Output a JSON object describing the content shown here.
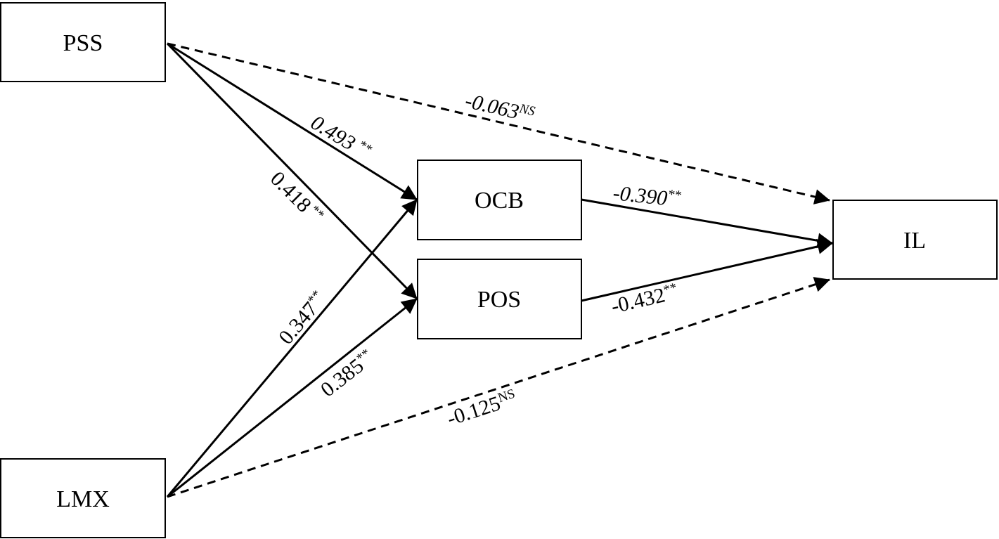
{
  "nodes": {
    "pss": {
      "label": "PSS"
    },
    "lmx": {
      "label": "LMX"
    },
    "ocb": {
      "label": "OCB"
    },
    "pos": {
      "label": "POS"
    },
    "il": {
      "label": "IL"
    }
  },
  "paths": {
    "pss_ocb": {
      "from": "PSS",
      "to": "OCB",
      "coef": "0.493",
      "sig": "**",
      "style": "solid"
    },
    "pss_pos": {
      "from": "PSS",
      "to": "POS",
      "coef": "0.418",
      "sig": "**",
      "style": "solid"
    },
    "pss_il": {
      "from": "PSS",
      "to": "IL",
      "coef": "-0.063",
      "sig": "NS",
      "style": "dashed"
    },
    "lmx_ocb": {
      "from": "LMX",
      "to": "OCB",
      "coef": "0.347",
      "sig": "**",
      "style": "solid"
    },
    "lmx_pos": {
      "from": "LMX",
      "to": "POS",
      "coef": "0.385",
      "sig": "**",
      "style": "solid"
    },
    "lmx_il": {
      "from": "LMX",
      "to": "IL",
      "coef": "-0.125",
      "sig": "NS",
      "style": "dashed"
    },
    "ocb_il": {
      "from": "OCB",
      "to": "IL",
      "coef": "-0.390",
      "sig": "**",
      "style": "solid"
    },
    "pos_il": {
      "from": "POS",
      "to": "IL",
      "coef": "-0.432",
      "sig": "**",
      "style": "solid"
    }
  },
  "colors": {
    "stroke": "#000000",
    "background": "#ffffff"
  }
}
